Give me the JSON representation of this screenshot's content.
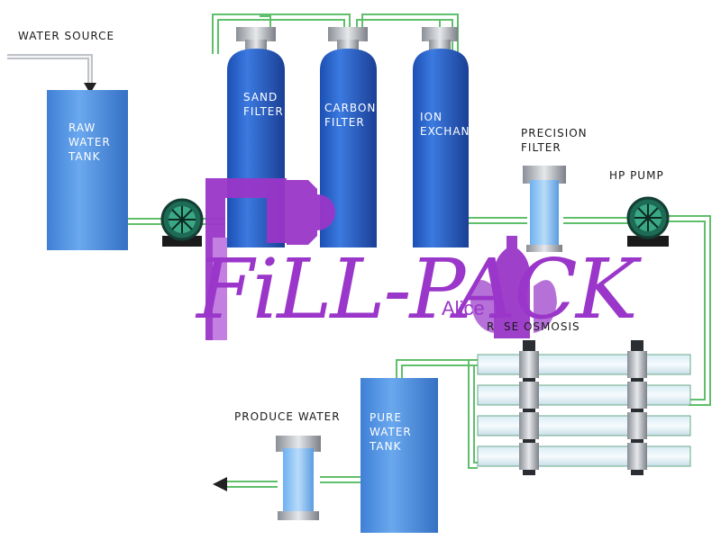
{
  "labels": {
    "water_source": "WATER SOURCE",
    "raw_water_tank": "RAW\nWATER\nTANK",
    "sand_filter": "SAND\nFILTER",
    "carbon_filter": "CARBON\nFILTER",
    "ion_exchanger": "ION\nEXCHANGER",
    "precision_filter": "PRECISION\nFILTER",
    "hp_pump": "HP PUMP",
    "reverse_osmosis": "R  SE OSMOSIS",
    "produce_water": "PRODUCE WATER",
    "pure_water_tank": "PURE\nWATER\nTANK"
  },
  "watermark": {
    "text": "FiLL-PACK",
    "sub": "Alice"
  },
  "colors": {
    "pipe": "#5fbf6a",
    "tank_blue": "#2a63c9",
    "tank_dark": "#1a3d8f",
    "pump_green": "#2a8a6a",
    "watermark": "#9a36c9"
  }
}
